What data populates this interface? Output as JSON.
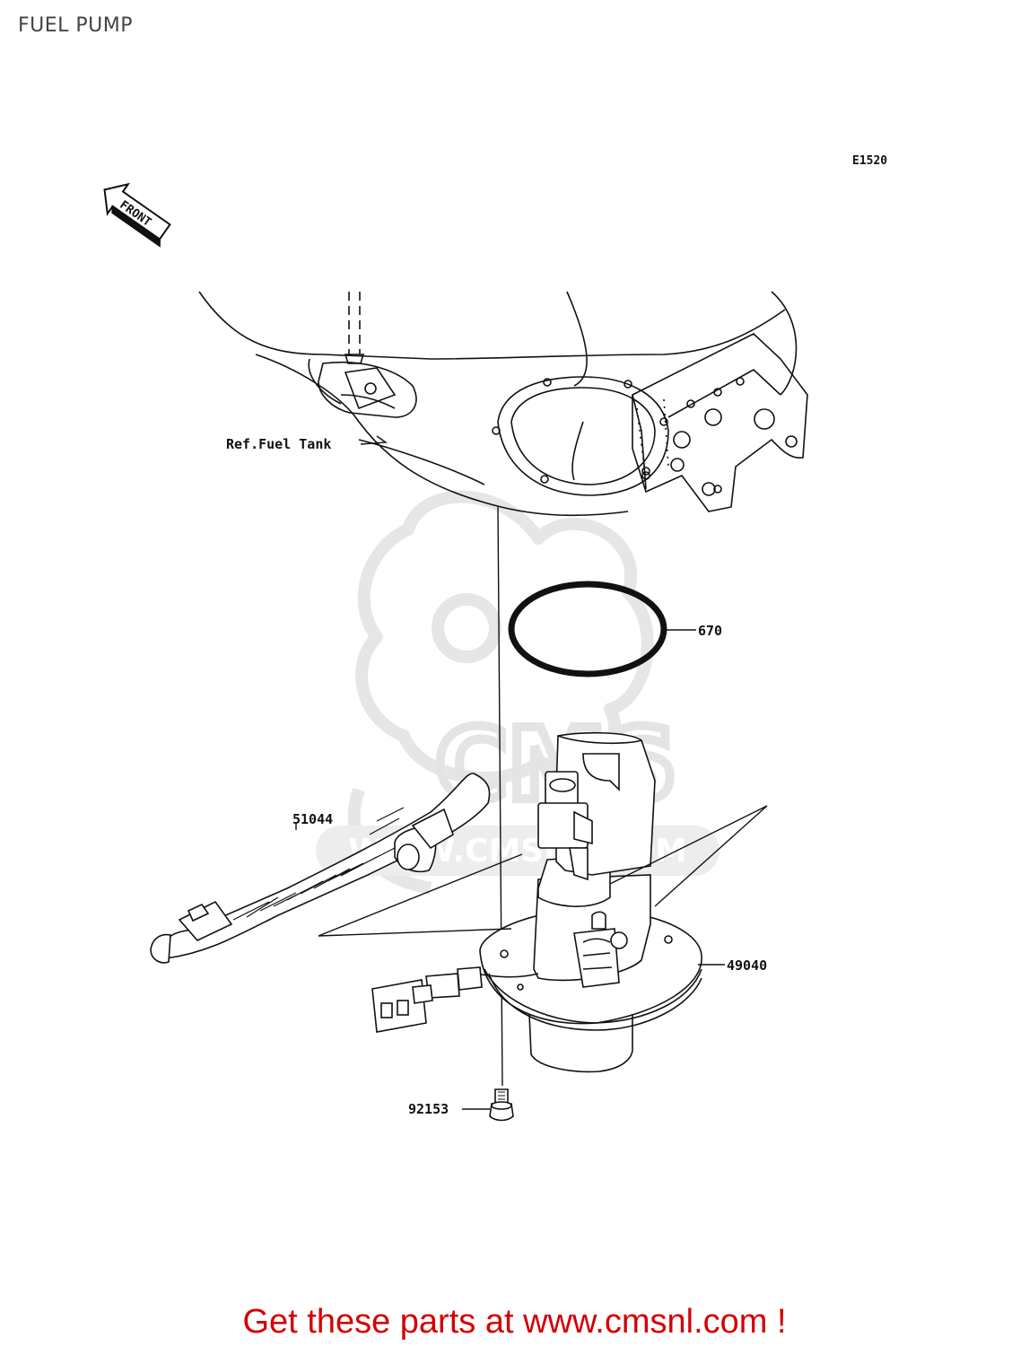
{
  "page": {
    "title": "FUEL PUMP",
    "diagram_code": "E1520"
  },
  "orientation": {
    "label": "FRONT"
  },
  "callouts": {
    "fuel_tank_ref": "Ref.Fuel Tank",
    "o_ring": "670",
    "fuel_hose": "51044",
    "fuel_pump": "49040",
    "bolt": "92153"
  },
  "watermark": {
    "text": "WWW.CMSNL.COM",
    "logo_text": "CMS"
  },
  "footer": {
    "link_text": "Get these parts at www.cmsnl.com !"
  },
  "colors": {
    "footer_text": "#d40000",
    "line_art": "#111111",
    "watermark": "#e6e6e6"
  }
}
